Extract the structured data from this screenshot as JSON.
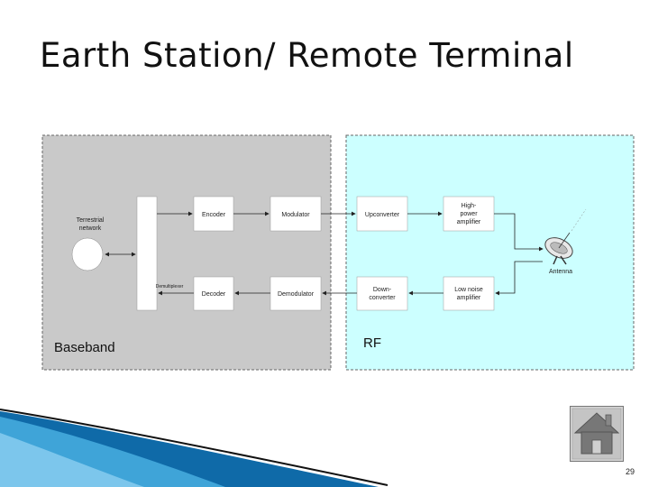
{
  "slide": {
    "title": "Earth Station/ Remote Terminal",
    "page_number": "29"
  },
  "panels": {
    "baseband_label": "Baseband",
    "rf_label": "RF"
  },
  "blocks": {
    "terrestrial_network": [
      "Terrestrial",
      "network"
    ],
    "interface_label": "Demultiplexer",
    "encoder": "Encoder",
    "modulator": "Modulator",
    "upconverter": "Upconverter",
    "hpa": [
      "High-",
      "power",
      "amplifier"
    ],
    "decoder": "Decoder",
    "demodulator": "Demodulator",
    "downconverter": [
      "Down-",
      "converter"
    ],
    "lna": [
      "Low noise",
      "amplifier"
    ],
    "antenna": "Antenna"
  },
  "colors": {
    "baseband_fill": "#c9c9c9",
    "rf_fill": "#ccffff",
    "title_text": "#111111",
    "swoosh_blue": "#2a8ec8"
  },
  "icons": {
    "home": "home-icon",
    "antenna": "satellite-dish-icon",
    "network": "network-cloud-icon"
  }
}
